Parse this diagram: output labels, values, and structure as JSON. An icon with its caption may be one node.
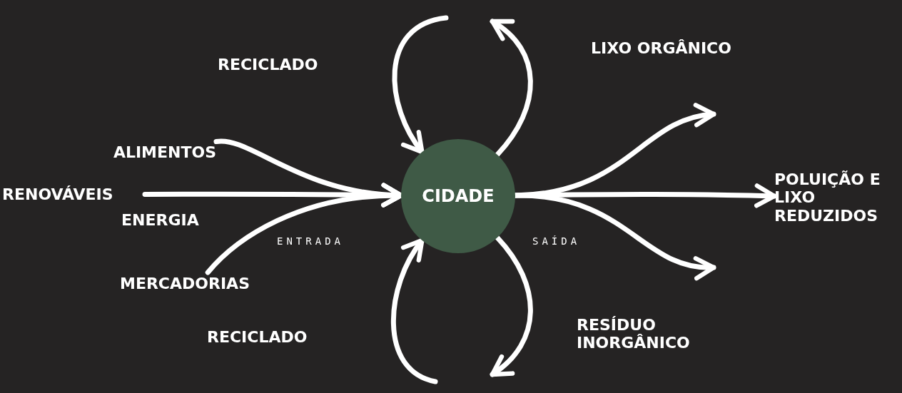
{
  "diagram": {
    "nodes": [
      {
        "text": [
          "CIDADE"
        ]
      },
      {
        "text": [
          "ALIMENTOS"
        ]
      },
      {
        "text": [
          "RENOVÁVEIS"
        ]
      },
      {
        "text": [
          "MERCADORIAS"
        ]
      },
      {
        "text": [
          "POLUIÇÃO E LIXO REDUZIDOS"
        ]
      }
    ],
    "edges": [
      {
        "from": 1,
        "to": 0,
        "arrow": "to"
      },
      {
        "from": 2,
        "to": 0,
        "arrow": "to"
      },
      {
        "from": 3,
        "to": 0,
        "arrow": "to"
      },
      {
        "from": null,
        "to": 0,
        "arrow": "to"
      },
      {
        "from": 0,
        "to": null,
        "arrow": "to"
      },
      {
        "from": 0,
        "to": null,
        "arrow": "to"
      },
      {
        "from": null,
        "to": 0,
        "arrow": "to"
      },
      {
        "from": 0,
        "to": null,
        "arrow": "to"
      },
      {
        "from": 0,
        "to": 4,
        "arrow": "to"
      },
      {
        "from": 0,
        "to": null,
        "arrow": "to"
      }
    ],
    "labels": [
      "RECICLADO",
      "LIXO ORGÂNICO",
      "ENERGIA",
      "ENTRADA",
      "SAÍDA",
      "RESÍDUO INORGÂNICO",
      "RECICLADO"
    ]
  }
}
